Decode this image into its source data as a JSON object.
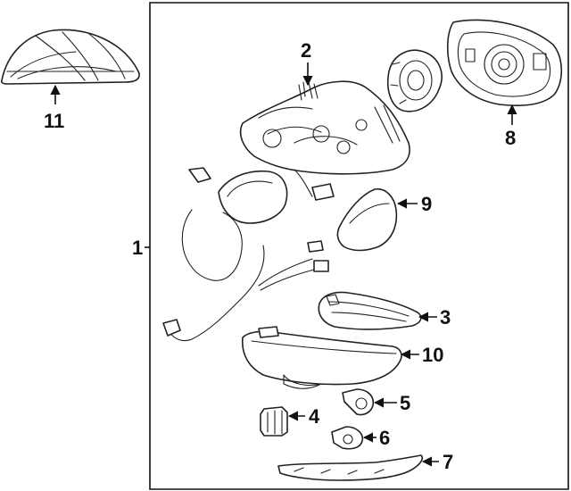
{
  "diagram": {
    "callouts": {
      "c1": "1",
      "c2": "2",
      "c3": "3",
      "c4": "4",
      "c5": "5",
      "c6": "6",
      "c7": "7",
      "c8": "8",
      "c9": "9",
      "c10": "10",
      "c11": "11"
    },
    "line_color": "#222222",
    "background_color": "#ffffff"
  }
}
